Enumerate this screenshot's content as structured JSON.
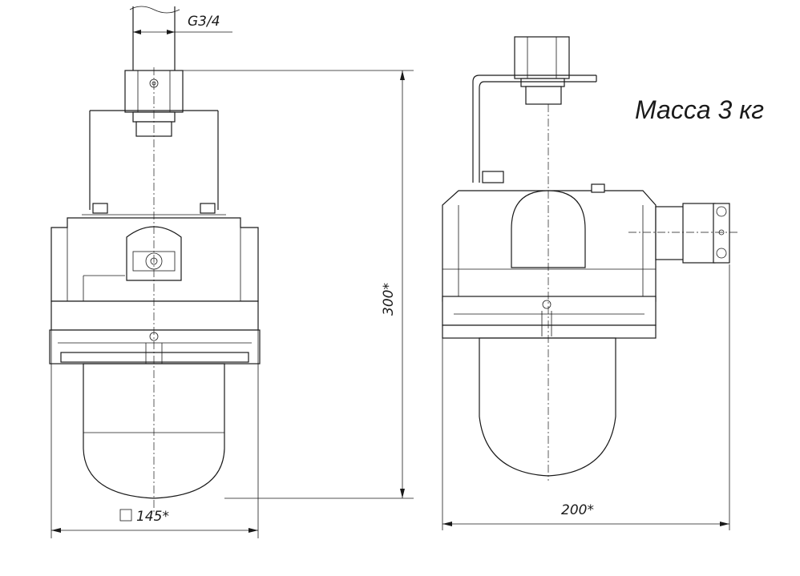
{
  "labels": {
    "thread": "G3/4",
    "height": "300*",
    "width": "145*",
    "depth": "200*",
    "mass": "Масса 3 кг"
  }
}
